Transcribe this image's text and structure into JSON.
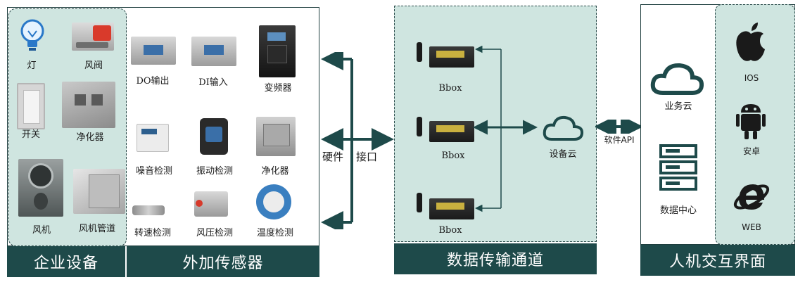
{
  "sections": {
    "enterprise": "企业设备",
    "sensors": "外加传感器",
    "channel": "数据传输通道",
    "hmi": "人机交互界面"
  },
  "enterprise_devices": [
    "灯",
    "风阀",
    "开关",
    "净化器",
    "风机",
    "风机管道"
  ],
  "sensor_devices": [
    "DO输出",
    "DI输入",
    "变频器",
    "噪音检测",
    "振动检测",
    "净化器",
    "转速检测",
    "风压检测",
    "温度检测"
  ],
  "hardware_interface": {
    "part1": "硬件",
    "part2": "接口"
  },
  "bbox_label": "Bbox",
  "device_cloud": "设备云",
  "software_api": "软件API",
  "platform": {
    "business_cloud": "业务云",
    "data_center": "数据中心"
  },
  "clients": [
    "IOS",
    "安卓",
    "WEB"
  ],
  "colors": {
    "band": "#1e4a4a",
    "light_teal": "#cfe5e0",
    "arrow": "#1e4a4a"
  }
}
